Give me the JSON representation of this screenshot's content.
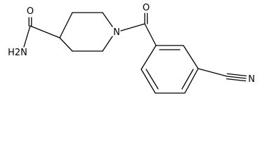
{
  "molecule": {
    "atoms": {
      "amide_oxygen": "O",
      "amide_nitrogen": "H2N",
      "ring_nitrogen": "N",
      "ketone_oxygen": "O",
      "nitrile_nitrogen": "N"
    }
  }
}
